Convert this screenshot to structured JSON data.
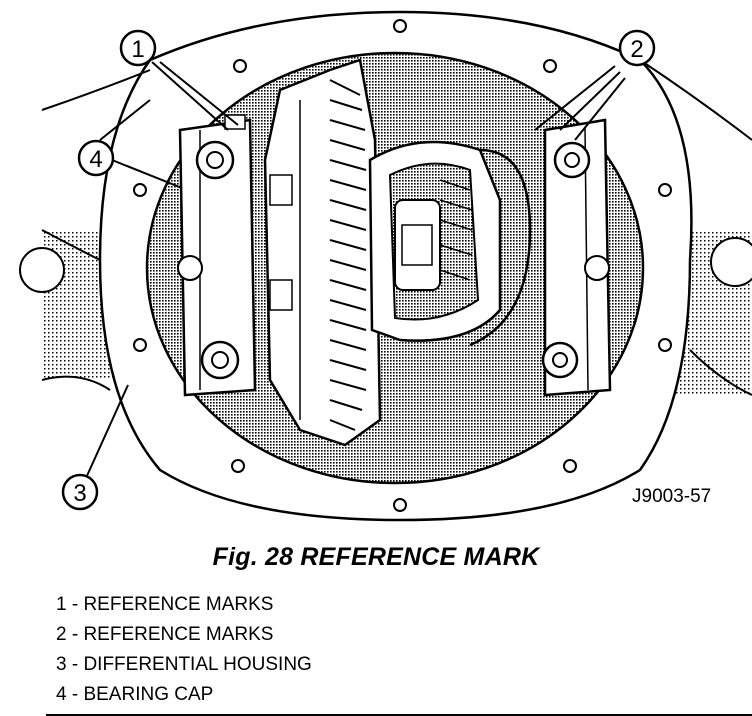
{
  "figure": {
    "id_label": "J9003-57",
    "callouts": [
      {
        "number": "1"
      },
      {
        "number": "2"
      },
      {
        "number": "3"
      },
      {
        "number": "4"
      }
    ]
  },
  "caption": "Fig. 28 REFERENCE MARK",
  "legend": [
    "1 - REFERENCE MARKS",
    "2 - REFERENCE MARKS",
    "3 - DIFFERENTIAL HOUSING",
    "4 - BEARING CAP"
  ]
}
